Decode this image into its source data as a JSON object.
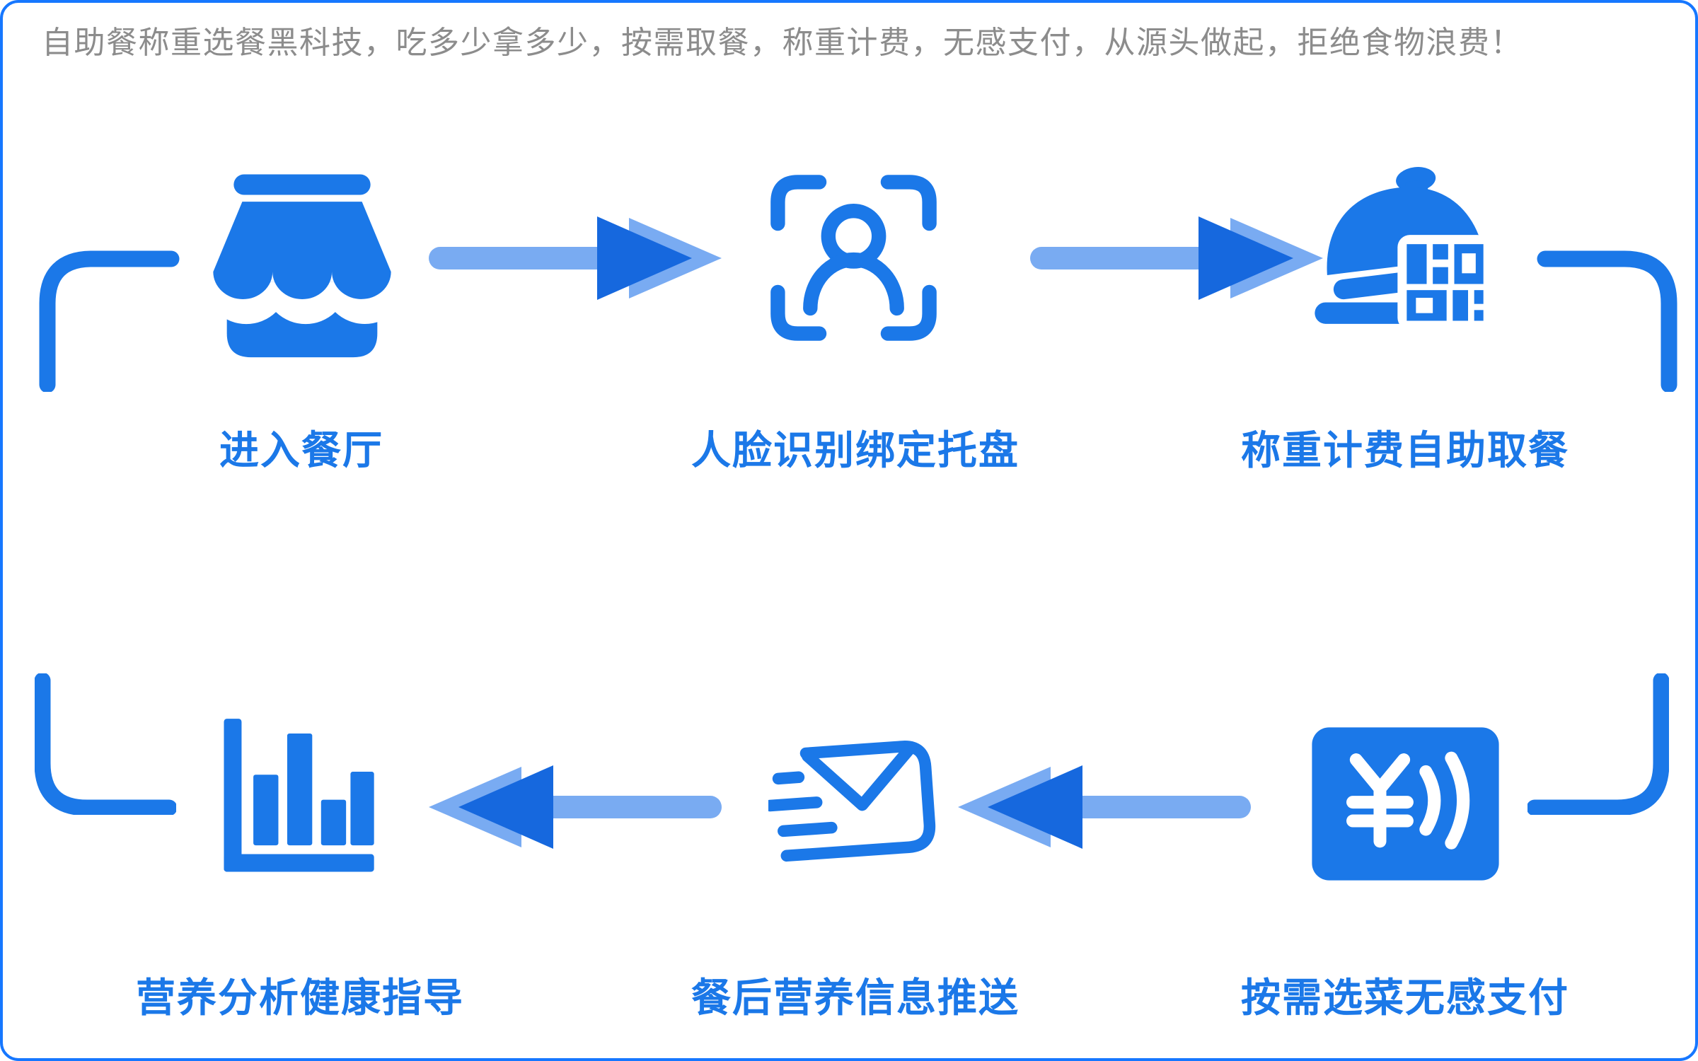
{
  "header": {
    "headline": "自助餐称重选餐黑科技，吃多少拿多少，按需取餐，称重计费，无感支付，从源头做起，拒绝食物浪费！"
  },
  "flow": {
    "row1": [
      {
        "label": "进入餐厅",
        "icon": "storefront-icon"
      },
      {
        "label": "人脸识别绑定托盘",
        "icon": "face-recognition-icon"
      },
      {
        "label": "称重计费自助取餐",
        "icon": "cloche-qr-icon"
      }
    ],
    "row2": [
      {
        "label": "营养分析健康指导",
        "icon": "bar-chart-icon"
      },
      {
        "label": "餐后营养信息推送",
        "icon": "speed-mail-icon"
      },
      {
        "label": "按需选菜无感支付",
        "icon": "yuan-contactless-pay-icon"
      }
    ]
  },
  "palette": {
    "primary_blue": "#1B78E8",
    "light_blue": "#79ABF2",
    "dark_arrow_blue": "#1668DE",
    "page_border_blue": "#1677FF",
    "headline_gray": "#8C8C8C",
    "background": "#FFFFFF"
  }
}
